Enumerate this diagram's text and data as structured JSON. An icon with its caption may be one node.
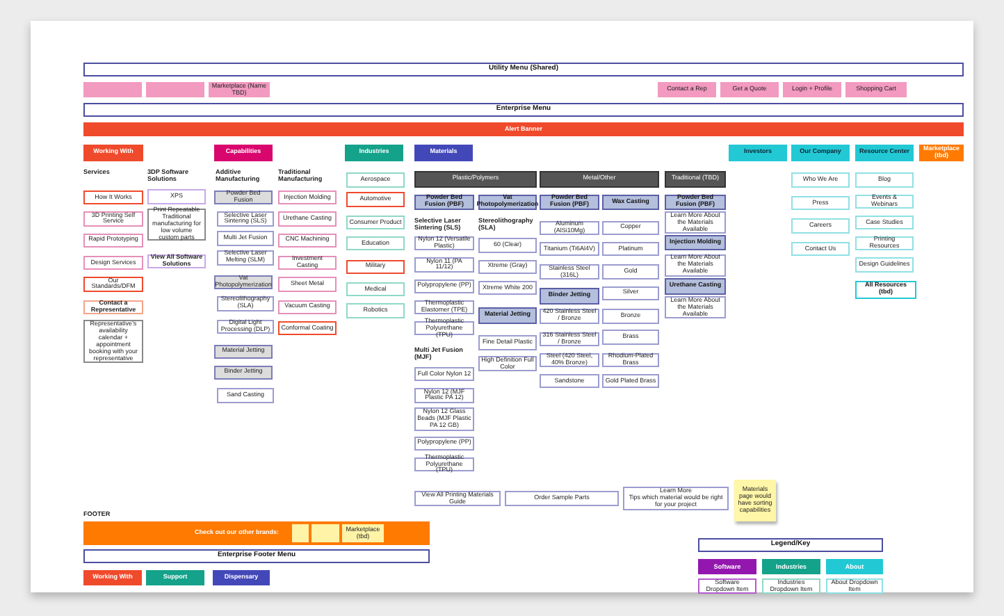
{
  "diagram": {
    "nodes": [
      {
        "text": [
          "Utility Menu (Shared)"
        ]
      },
      {
        "text": [],
        "shape": "box"
      },
      {
        "text": [],
        "shape": "box"
      },
      {
        "text": [
          "Marketplace (Name TBD)"
        ]
      },
      {
        "text": [
          "Contact a Rep"
        ]
      },
      {
        "text": [
          "Get a Quote"
        ]
      },
      {
        "text": [
          "Login + Profile"
        ]
      },
      {
        "text": [
          "Shopping Cart"
        ]
      },
      {
        "text": [
          "Enterprise Menu"
        ]
      },
      {
        "text": [
          "Alert Banner"
        ]
      },
      {
        "text": [
          "Working With"
        ]
      },
      {
        "text": [
          "How It Works"
        ]
      },
      {
        "text": [
          "3D Printing Self Service"
        ]
      },
      {
        "text": [
          "Rapid Prototyping"
        ]
      },
      {
        "text": [
          "Design Services"
        ]
      },
      {
        "text": [
          "Our Standards/DFM"
        ]
      },
      {
        "text": [
          "Contact a Representative"
        ]
      },
      {
        "text": [
          "Representative's availability calendar + appointment booking with your representative"
        ]
      },
      {
        "text": [
          "XPS"
        ]
      },
      {
        "text": [
          "Print Repeatable Traditional manufacturing for low volume custom parts"
        ]
      },
      {
        "text": [
          "View All Software Solutions"
        ]
      },
      {
        "text": [
          "Capabilities"
        ]
      },
      {
        "text": [
          "Powder Bed Fusion"
        ]
      },
      {
        "text": [
          "Selective Laser Sintering (SLS)"
        ]
      },
      {
        "text": [
          "Multi Jet Fusion"
        ]
      },
      {
        "text": [
          "Selective Laser Melting (SLM)"
        ]
      },
      {
        "text": [
          "Vat Photopolymerization"
        ]
      },
      {
        "text": [
          "Stereolithography (SLA)"
        ]
      },
      {
        "text": [
          "Digital Light Processing (DLP)"
        ]
      },
      {
        "text": [
          "Material Jetting"
        ]
      },
      {
        "text": [
          "Binder Jetting"
        ]
      },
      {
        "text": [
          "Sand Casting"
        ]
      },
      {
        "text": [
          "Injection Molding"
        ]
      },
      {
        "text": [
          "Urethane Casting"
        ]
      },
      {
        "text": [
          "CNC Machining"
        ]
      },
      {
        "text": [
          "Investment Casting"
        ]
      },
      {
        "text": [
          "Sheet Metal"
        ]
      },
      {
        "text": [
          "Vacuum Casting"
        ]
      },
      {
        "text": [
          "Conformal Coating"
        ]
      },
      {
        "text": [
          "Industries"
        ]
      },
      {
        "text": [
          "Aerospace"
        ]
      },
      {
        "text": [
          "Automotive"
        ]
      },
      {
        "text": [
          "Consumer Product"
        ]
      },
      {
        "text": [
          "Education"
        ]
      },
      {
        "text": [
          "Military"
        ]
      },
      {
        "text": [
          "Medical"
        ]
      },
      {
        "text": [
          "Robotics"
        ]
      },
      {
        "text": [
          "Materials"
        ]
      },
      {
        "text": [
          "Plastic/Polymers"
        ]
      },
      {
        "text": [
          "Powder Bed Fusion (PBF)"
        ]
      },
      {
        "text": [
          "Nylon 12 (Versatile Plastic)"
        ]
      },
      {
        "text": [
          "Nylon 11 (PA 11/12)"
        ]
      },
      {
        "text": [
          "Polypropylene (PP)"
        ]
      },
      {
        "text": [
          "Thermoplastic Elastomer (TPE)"
        ]
      },
      {
        "text": [
          "Thermoplastic Polyurethane (TPU)"
        ]
      },
      {
        "text": [
          "Full Color Nylon 12"
        ]
      },
      {
        "text": [
          "Nylon 12 (MJF Plastic PA 12)"
        ]
      },
      {
        "text": [
          "Nylon 12 Glass Beads (MJF Plastic PA 12 GB)"
        ]
      },
      {
        "text": [
          "Polypropylene (PP)"
        ]
      },
      {
        "text": [
          "Thermoplastic Polyurethane (TPU)"
        ]
      },
      {
        "text": [
          "Vat Photopolymerization"
        ]
      },
      {
        "text": [
          "60 (Clear)"
        ]
      },
      {
        "text": [
          "Xtreme (Gray)"
        ]
      },
      {
        "text": [
          "Xtreme White 200"
        ]
      },
      {
        "text": [
          "Material Jetting"
        ]
      },
      {
        "text": [
          "Fine Detail Plastic"
        ]
      },
      {
        "text": [
          "High Definition Full Color"
        ]
      },
      {
        "text": [
          "Metal/Other"
        ]
      },
      {
        "text": [
          "Powder Bed Fusion (PBF)"
        ]
      },
      {
        "text": [
          "Aluminum (AlSi10Mg)"
        ]
      },
      {
        "text": [
          "Titanium (Ti6Al4V)"
        ]
      },
      {
        "text": [
          "Stainless Steel (316L)"
        ]
      },
      {
        "text": [
          "Binder Jetting"
        ]
      },
      {
        "text": [
          "420 Stainless Steel / Bronze"
        ]
      },
      {
        "text": [
          "316 Stainless Steel / Bronze"
        ]
      },
      {
        "text": [
          "Steel (420 Steel, 40% Bronze)"
        ]
      },
      {
        "text": [
          "Sandstone"
        ]
      },
      {
        "text": [
          "Wax Casting"
        ]
      },
      {
        "text": [
          "Copper"
        ]
      },
      {
        "text": [
          "Platinum"
        ]
      },
      {
        "text": [
          "Gold"
        ]
      },
      {
        "text": [
          "Silver"
        ]
      },
      {
        "text": [
          "Bronze"
        ]
      },
      {
        "text": [
          "Brass"
        ]
      },
      {
        "text": [
          "Rhodium-Plated Brass"
        ]
      },
      {
        "text": [
          "Gold Plated Brass"
        ]
      },
      {
        "text": [
          "Traditional (TBD)"
        ]
      },
      {
        "text": [
          "Powder Bed Fusion (PBF)"
        ]
      },
      {
        "text": [
          "Learn More About the Materials Available"
        ]
      },
      {
        "text": [
          "Injection Molding"
        ]
      },
      {
        "text": [
          "Learn More About the Materials Available"
        ]
      },
      {
        "text": [
          "Urethane Casting"
        ]
      },
      {
        "text": [
          "Learn More About the Materials Available"
        ]
      },
      {
        "text": [
          "View All Printing Materials Guide"
        ]
      },
      {
        "text": [
          "Order Sample Parts"
        ]
      },
      {
        "text": [
          "Learn More",
          "Tips which material would be right for your project"
        ]
      },
      {
        "text": [
          "Materials page would have sorting capabilities"
        ]
      },
      {
        "text": [
          "Investors"
        ]
      },
      {
        "text": [
          "Our Company"
        ]
      },
      {
        "text": [
          "Who We Are"
        ]
      },
      {
        "text": [
          "Press"
        ]
      },
      {
        "text": [
          "Careers"
        ]
      },
      {
        "text": [
          "Contact Us"
        ]
      },
      {
        "text": [
          "Resource Center"
        ]
      },
      {
        "text": [
          "Blog"
        ]
      },
      {
        "text": [
          "Events & Webinars"
        ]
      },
      {
        "text": [
          "Case Studies"
        ]
      },
      {
        "text": [
          "Printing Resources"
        ]
      },
      {
        "text": [
          "Design Guidelines"
        ]
      },
      {
        "text": [
          "All Resources (tbd)"
        ]
      },
      {
        "text": [
          "Marketplace (tbd)"
        ]
      },
      {
        "text": [
          "Check out our other brands:"
        ]
      },
      {
        "text": [],
        "shape": "box",
        "in": 111
      },
      {
        "text": [],
        "shape": "box",
        "in": 111
      },
      {
        "text": [
          "Marketplace (tbd)"
        ],
        "in": 111
      },
      {
        "text": [
          "Enterprise Footer Menu"
        ]
      },
      {
        "text": [
          "Working With"
        ]
      },
      {
        "text": [
          "Support"
        ]
      },
      {
        "text": [
          "Dispensary"
        ]
      },
      {
        "text": [
          "Legend/Key"
        ]
      },
      {
        "text": [
          "Software Dropdown Item"
        ]
      },
      {
        "text": [
          "Industries Dropdown Item"
        ]
      },
      {
        "text": [
          "About Dropdown Item"
        ]
      }
    ],
    "labels": [
      "Services",
      "3DP Software Solutions",
      "Additive Manufacturing",
      "Traditional Manufacturing",
      "Selective Laser Sintering (SLS)",
      "Multi Jet Fusion (MJF)",
      "Stereolithography (SLA)",
      "FOOTER"
    ],
    "legend": [
      {
        "text": "Software",
        "color": "#9317ae"
      },
      {
        "text": "Industries",
        "color": "#14a28a"
      },
      {
        "text": "About",
        "color": "#22c9d4"
      }
    ]
  }
}
